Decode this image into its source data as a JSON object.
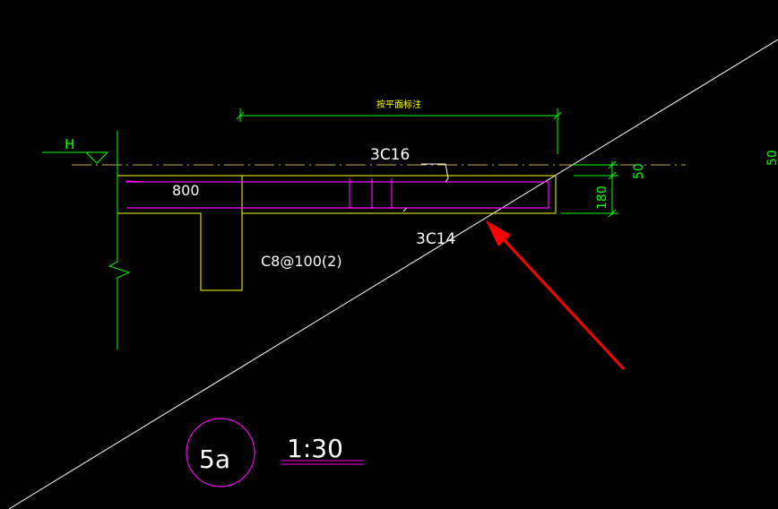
{
  "drawing": {
    "background": "#000000",
    "dimension_top": "按平面标注",
    "elevation_mark": "H",
    "top_rebar": "3C16",
    "bottom_rebar": "3C14",
    "stirrups": "C8@100(2)",
    "length_label": "800",
    "depth_label": "180",
    "offset_label": "50",
    "edge_fragment": "50",
    "detail_number": "5a",
    "detail_scale": "1:30"
  },
  "colors": {
    "green": "#00ff00",
    "yellow": "#ffff00",
    "magenta": "#ff00ff",
    "white": "#ffffff",
    "red": "#ff0000",
    "dash_line": "#c8b450"
  }
}
